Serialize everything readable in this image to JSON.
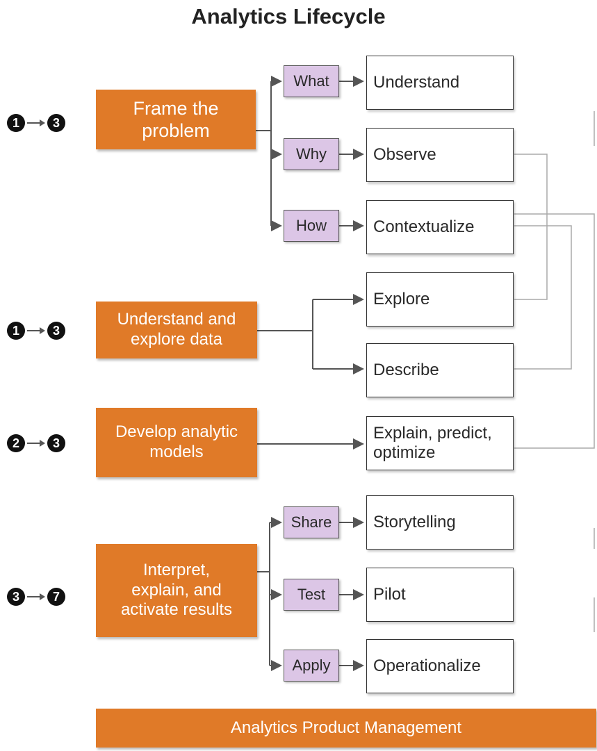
{
  "title": "Analytics Lifecycle",
  "stages": [
    {
      "label": "Frame the\nproblem",
      "from": "1",
      "to": "3"
    },
    {
      "label": "Understand and\nexplore data",
      "from": "1",
      "to": "3"
    },
    {
      "label": "Develop analytic\nmodels",
      "from": "2",
      "to": "3"
    },
    {
      "label": "Interpret,\nexplain, and\nactivate results",
      "from": "3",
      "to": "7"
    }
  ],
  "questions": [
    "What",
    "Why",
    "How",
    "Share",
    "Test",
    "Apply"
  ],
  "activities": [
    "Understand",
    "Observe",
    "Contextualize",
    "Explore",
    "Describe",
    "Explain, predict,\noptimize",
    "Storytelling",
    "Pilot",
    "Operationalize"
  ],
  "footer": "Analytics Product Management",
  "colors": {
    "stage": "#e07a28",
    "question": "#dcc6e6",
    "connector": "#555555",
    "feedback": "#aaaaaa"
  }
}
